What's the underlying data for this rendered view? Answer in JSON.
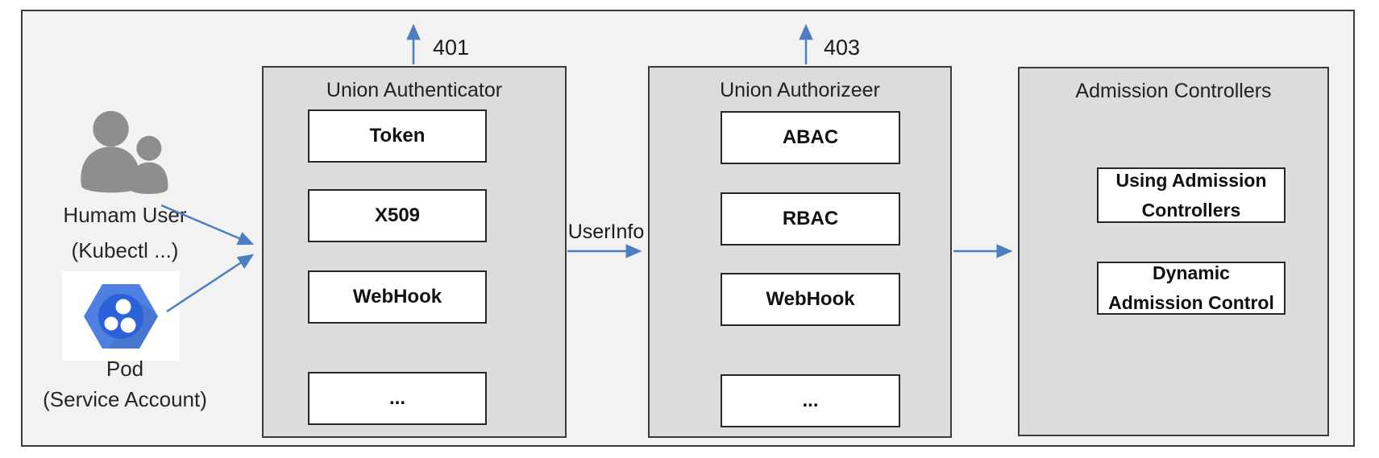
{
  "colors": {
    "accent_blue": "#4d7ec0",
    "panel_gray": "#dcdcdc",
    "frame_bg": "#f2f2f2",
    "border_dark": "#3a3a3a",
    "icon_gray": "#8e8e8e",
    "pod_hex_blue": "#4e7fe1",
    "pod_circle_blue": "#2b62d9"
  },
  "actors": {
    "human": {
      "label": "Humam User",
      "sublabel": "(Kubectl ...)"
    },
    "pod": {
      "label": "Pod",
      "sublabel": "(Service Account)"
    }
  },
  "flow_labels": {
    "auth_reject": "401",
    "authz_reject": "403",
    "userinfo": "UserInfo"
  },
  "panels": {
    "authenticator": {
      "title": "Union Authenticator",
      "items": [
        "Token",
        "X509",
        "WebHook",
        "..."
      ]
    },
    "authorizer": {
      "title": "Union Authorizeer",
      "items": [
        "ABAC",
        "RBAC",
        "WebHook",
        "..."
      ]
    },
    "admission": {
      "title": "Admission Controllers",
      "items": [
        "Using Admission\nControllers",
        "Dynamic\nAdmission Control"
      ]
    }
  }
}
